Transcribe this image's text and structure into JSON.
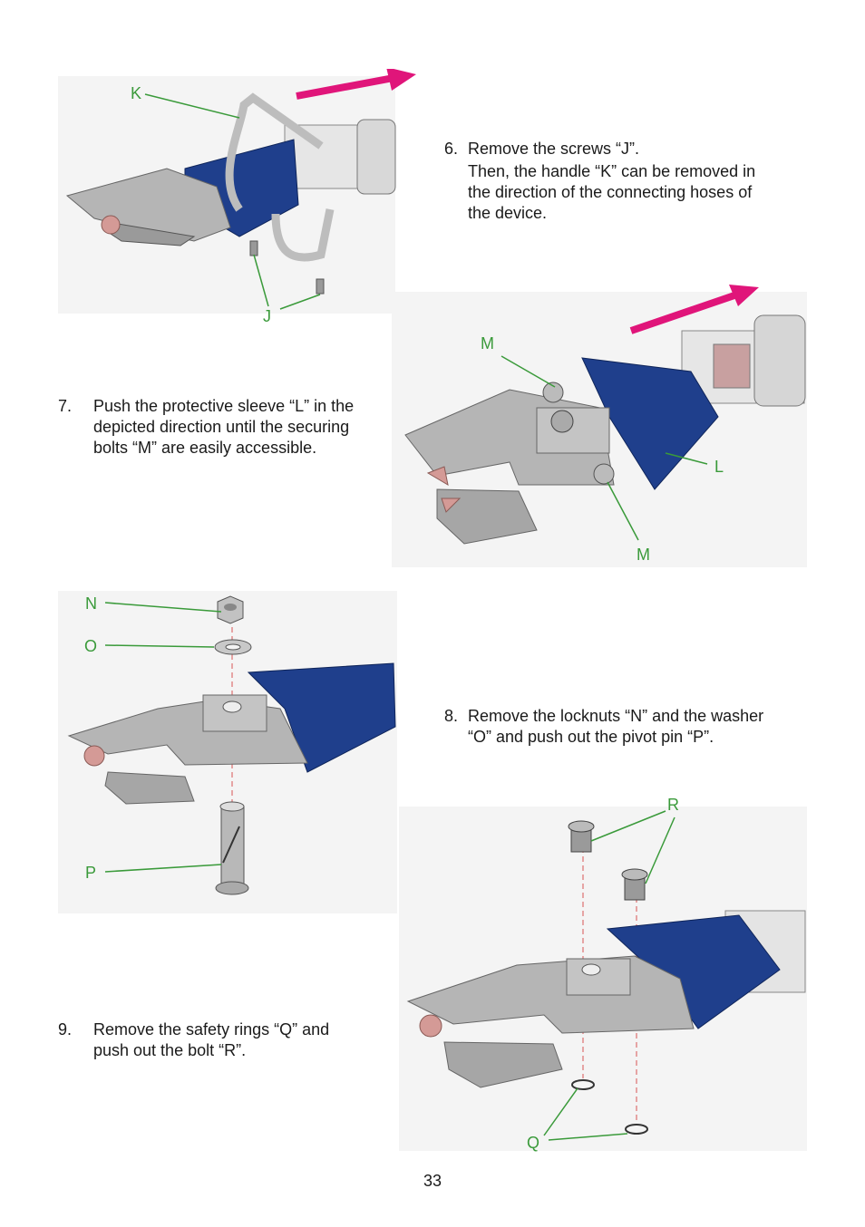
{
  "steps": [
    {
      "number": "6.",
      "lines": [
        "Remove the screws “J”.",
        "Then, the handle “K” can be removed in",
        "the direction of the connecting hoses of",
        "the device."
      ]
    },
    {
      "number": "7.",
      "lines": [
        "Push the protective sleeve “L” in the",
        "depicted direction until the securing",
        "bolts “M” are easily accessible."
      ]
    },
    {
      "number": "8.",
      "lines": [
        "Remove the locknuts “N” and the washer",
        "“O” and push out the pivot pin “P”."
      ]
    },
    {
      "number": "9.",
      "lines": [
        "Remove the safety rings “Q” and",
        "push out the bolt “R”."
      ]
    }
  ],
  "labels": {
    "fig1": {
      "k": "K",
      "j": "J"
    },
    "fig2": {
      "m1": "M",
      "l": "L",
      "m2": "M"
    },
    "fig3": {
      "n": "N",
      "o": "O",
      "p": "P"
    },
    "fig4": {
      "r": "R",
      "q": "Q"
    }
  },
  "colors": {
    "label": "#3a9a3a",
    "arrow": "#e0157a",
    "sleeve": "#1f3f8c",
    "metal": "#a9a9a9"
  },
  "page_number": "33"
}
